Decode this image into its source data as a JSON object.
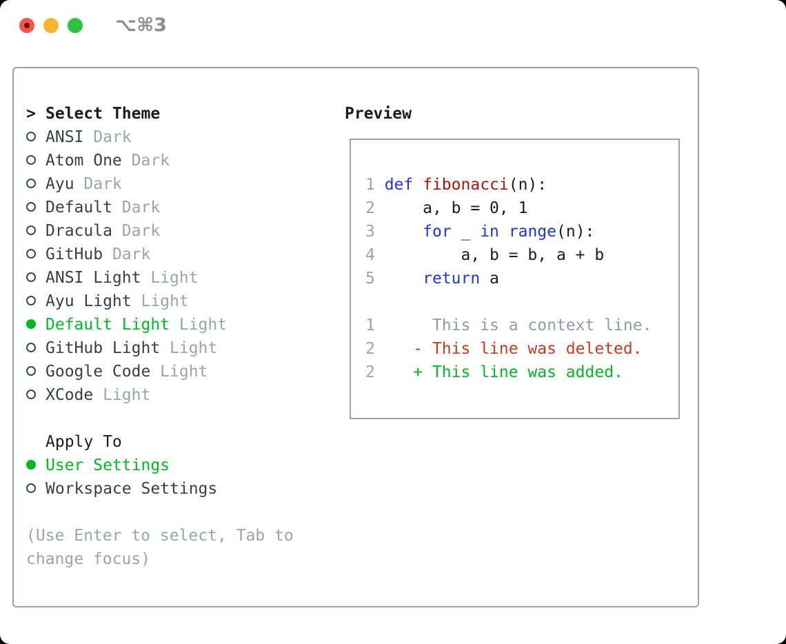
{
  "window": {
    "title": "⌥⌘3",
    "traffic_lights": [
      "close",
      "minimize",
      "maximize"
    ]
  },
  "theme_panel": {
    "prompt_prefix": ">",
    "title": "Select Theme",
    "themes": [
      {
        "name": "ANSI",
        "variant": "Dark",
        "selected": false
      },
      {
        "name": "Atom One",
        "variant": "Dark",
        "selected": false
      },
      {
        "name": "Ayu",
        "variant": "Dark",
        "selected": false
      },
      {
        "name": "Default",
        "variant": "Dark",
        "selected": false
      },
      {
        "name": "Dracula",
        "variant": "Dark",
        "selected": false
      },
      {
        "name": "GitHub",
        "variant": "Dark",
        "selected": false
      },
      {
        "name": "ANSI Light",
        "variant": "Light",
        "selected": false
      },
      {
        "name": "Ayu Light",
        "variant": "Light",
        "selected": false
      },
      {
        "name": "Default Light",
        "variant": "Light",
        "selected": true
      },
      {
        "name": "GitHub Light",
        "variant": "Light",
        "selected": false
      },
      {
        "name": "Google Code",
        "variant": "Light",
        "selected": false
      },
      {
        "name": "XCode",
        "variant": "Light",
        "selected": false
      }
    ],
    "apply_to": {
      "title": "Apply To",
      "options": [
        {
          "label": "User Settings",
          "selected": true
        },
        {
          "label": "Workspace Settings",
          "selected": false
        }
      ]
    },
    "hint_lines": [
      "(Use Enter to select, Tab to",
      "change focus)"
    ]
  },
  "preview": {
    "title": "Preview",
    "code_lines": [
      {
        "num": "1",
        "tokens": [
          [
            "kw",
            "def"
          ],
          [
            "plain",
            " "
          ],
          [
            "fn",
            "fibonacci"
          ],
          [
            "plain",
            "(n):"
          ]
        ]
      },
      {
        "num": "2",
        "tokens": [
          [
            "plain",
            "    a, b = 0, 1"
          ]
        ]
      },
      {
        "num": "3",
        "tokens": [
          [
            "plain",
            "    "
          ],
          [
            "kw",
            "for"
          ],
          [
            "plain",
            " _ "
          ],
          [
            "kw",
            "in"
          ],
          [
            "plain",
            " "
          ],
          [
            "kw",
            "range"
          ],
          [
            "plain",
            "(n):"
          ]
        ]
      },
      {
        "num": "4",
        "tokens": [
          [
            "plain",
            "        a, b = b, a + b"
          ]
        ]
      },
      {
        "num": "5",
        "tokens": [
          [
            "plain",
            "    "
          ],
          [
            "kw",
            "return"
          ],
          [
            "plain",
            " a"
          ]
        ]
      }
    ],
    "diff_lines": [
      {
        "num": "1",
        "type": "context",
        "text": "     This is a context line."
      },
      {
        "num": "2",
        "type": "deleted",
        "text": "   - This line was deleted."
      },
      {
        "num": "2",
        "type": "added",
        "text": "   + This line was added."
      }
    ]
  },
  "colors": {
    "accent-green": "#00b923",
    "added-green": "#00b923",
    "keyword-blue": "#2333e3",
    "function-red": "#a8170e",
    "deleted-red": "#c63a20",
    "muted-gray": "#9aa4ae",
    "border-gray": "#9aa2ab",
    "text-dark": "#3a3f46",
    "heading-black": "#1a1c1f",
    "traffic-red": "#f0564e",
    "traffic-yellow": "#f5b52f",
    "traffic-green": "#30c144",
    "traffic-dot": "#760d03",
    "title-gray": "#8b8b90"
  }
}
